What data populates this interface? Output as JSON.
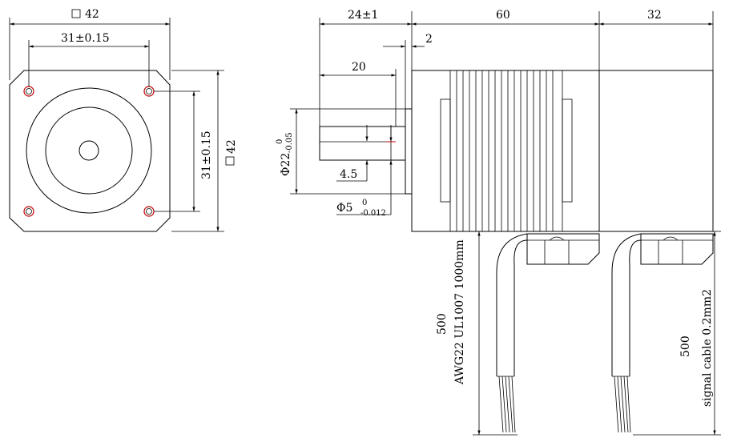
{
  "colors": {
    "line": "#000000",
    "hole": "#c00000",
    "background": "#ffffff"
  },
  "front_view": {
    "square_size": "42",
    "hole_pitch_h": "31±0.15",
    "hole_pitch_v": "31±0.15",
    "square_size_side": "42"
  },
  "side_view": {
    "shaft_length": "24±1",
    "flange_height": "2",
    "shaft_flat_length": "20",
    "pilot_diameter": "Φ22",
    "pilot_tol_upper": "0",
    "pilot_tol_lower": "-0.05",
    "flat_depth": "4.5",
    "shaft_diameter": "Φ5",
    "shaft_tol_upper": "0",
    "shaft_tol_lower": "-0.012",
    "body_length": "60",
    "encoder_length": "32"
  },
  "cables": {
    "motor_cable_length": "500",
    "motor_cable_spec": "AWG22 UL1007 1000mm",
    "signal_cable_length": "500",
    "signal_cable_spec": "signal cable 0.2mm2"
  }
}
